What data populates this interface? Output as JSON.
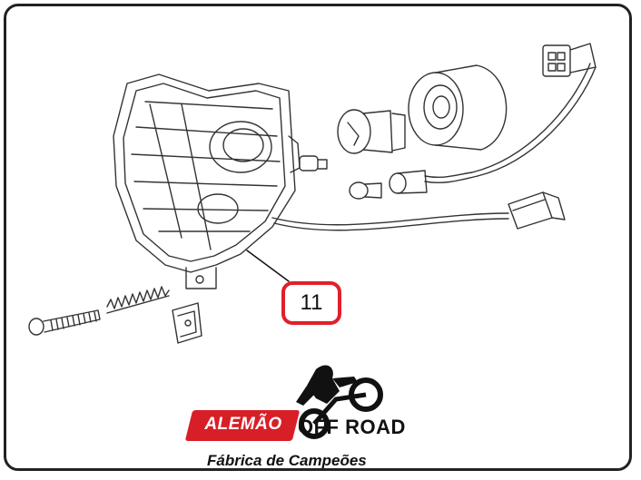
{
  "callout": {
    "part_number": "11"
  },
  "brand": {
    "name_red": "ALEMÃO",
    "name_black": "OFF ROAD",
    "tagline": "Fábrica de Campeões"
  },
  "icons": [
    "headlight-assembly",
    "bulb-socket",
    "bulb",
    "small-bulb",
    "connector-plug",
    "screw",
    "spring",
    "clip-nut",
    "motocross-rider-logo"
  ],
  "colors": {
    "callout_border": "#e0202a",
    "brand_red": "#d81e27",
    "line": "#333333"
  }
}
